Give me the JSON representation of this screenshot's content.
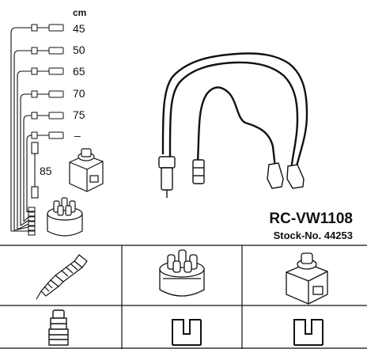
{
  "header": {
    "model": "RC-VW1108",
    "stock": "Stock-No. 44253"
  },
  "lengths": {
    "unit": "cm",
    "items": [
      "45",
      "50",
      "65",
      "70",
      "75",
      "85"
    ],
    "blank": "–"
  },
  "colors": {
    "line": "#111111",
    "background": "#ffffff"
  },
  "icons": {
    "spark_plug": "spark-plug-icon",
    "distributor_cap": "distributor-cap-icon",
    "ignition_coil": "ignition-coil-icon",
    "plug_connector": "plug-connector-icon",
    "cap_connector": "cap-connector-icon",
    "coil_connector": "coil-connector-icon"
  }
}
